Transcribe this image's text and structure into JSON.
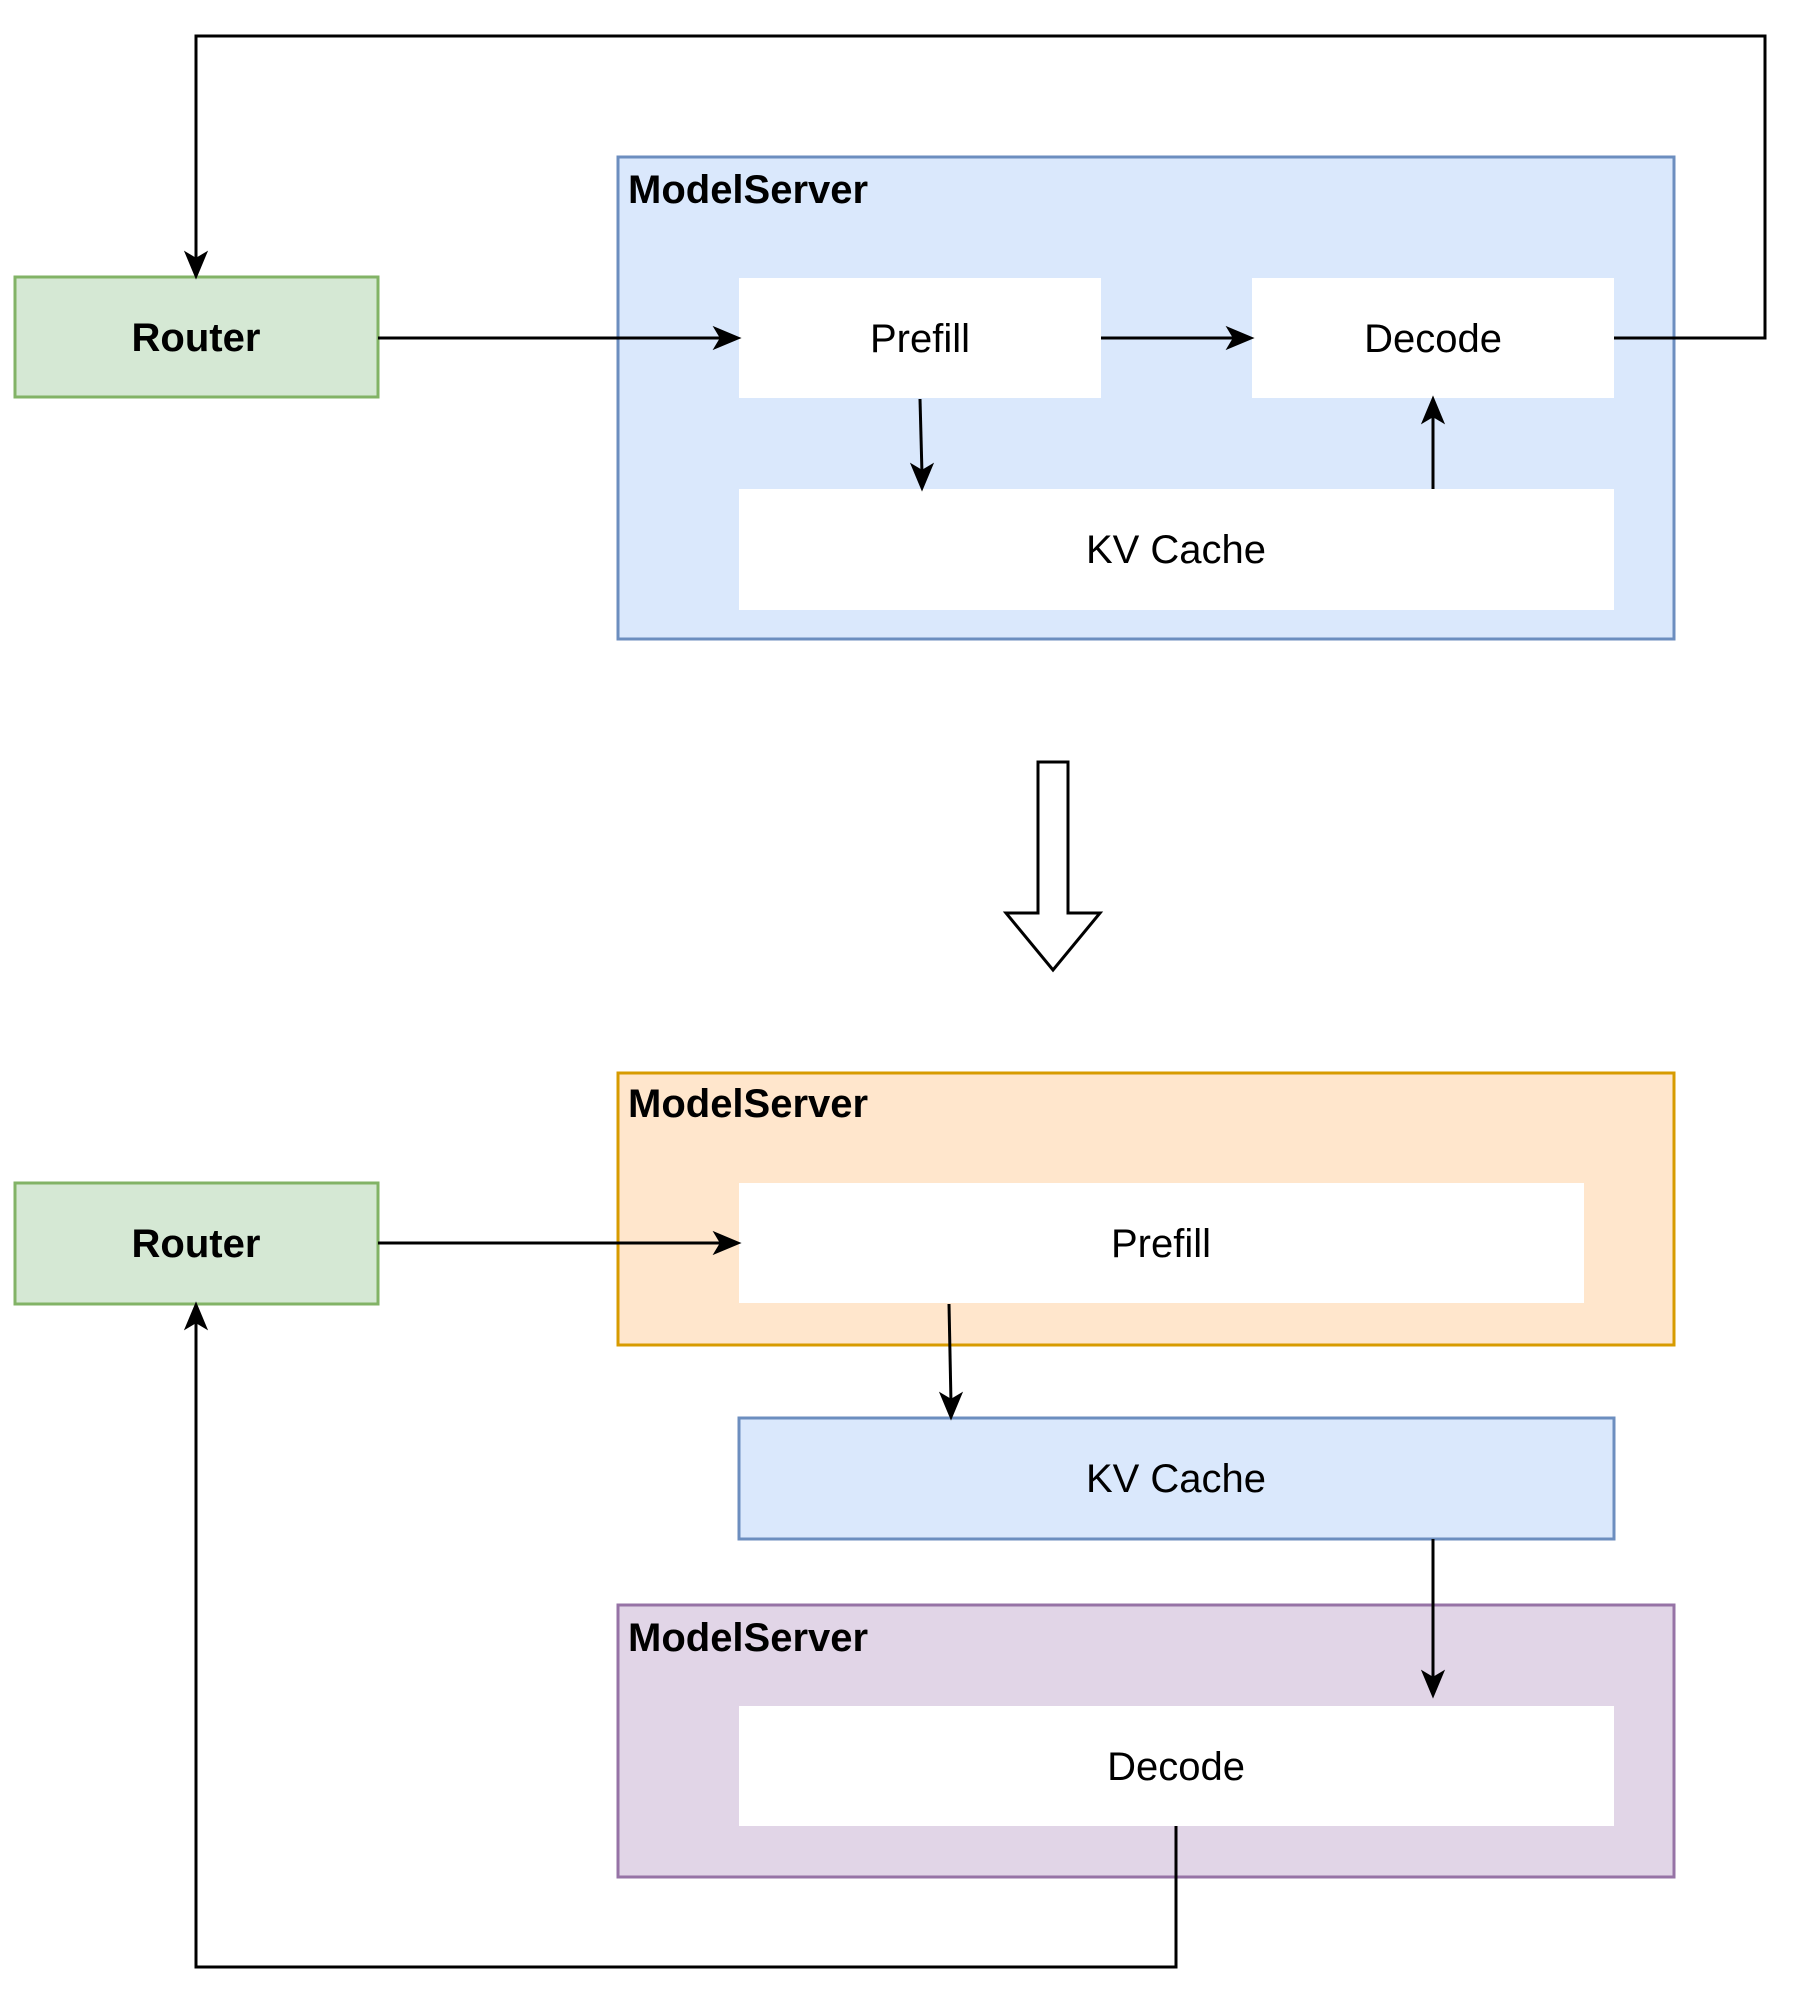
{
  "colors": {
    "router_fill": "#d5e8d4",
    "router_stroke": "#82b366",
    "blue_fill": "#dae8fc",
    "blue_stroke": "#6c8ebf",
    "orange_fill": "#ffe6cc",
    "orange_stroke": "#d79b00",
    "purple_fill": "#e1d5e7",
    "purple_stroke": "#9673a6",
    "node_fill": "#ffffff",
    "line": "#000000"
  },
  "top": {
    "router": {
      "label": "Router"
    },
    "server": {
      "title": "ModelServer",
      "prefill": "Prefill",
      "decode": "Decode",
      "kv_cache": "KV Cache"
    }
  },
  "transition": {
    "icon": "hollow-down-arrow-icon"
  },
  "bottom": {
    "router": {
      "label": "Router"
    },
    "prefill_server": {
      "title": "ModelServer",
      "prefill": "Prefill"
    },
    "kv_cache": {
      "label": "KV Cache"
    },
    "decode_server": {
      "title": "ModelServer",
      "decode": "Decode"
    }
  }
}
